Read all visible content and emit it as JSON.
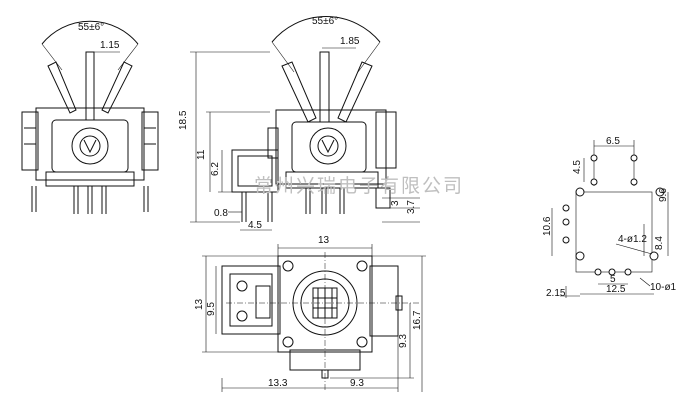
{
  "watermark": "常州兴瑞电子有限公司",
  "side_view_left": {
    "angle_label": "55±6°",
    "offset_label": "1.15"
  },
  "side_view_right": {
    "angle_label": "55±6°",
    "offset_label": "1.85",
    "dims": {
      "total_height": "18.5",
      "body_height": "11",
      "lower_height": "6.2",
      "pin_width": "0.8",
      "pin_pitch": "4.5",
      "pin_len_a": "3",
      "pin_len_b": "3.7"
    }
  },
  "top_view": {
    "dims": {
      "width": "13",
      "height": "13",
      "half_height": "9.5",
      "lever_offset": "9.3",
      "total_depth": "16.7",
      "left_span": "13.3",
      "right_span": "9.3"
    }
  },
  "pcb_layout": {
    "dims": {
      "top_spacing": "6.5",
      "top_height": "4.5",
      "right_height": "9.6",
      "left_height": "10.6",
      "hole_label": "4-ø1.2",
      "right_lower": "8.4",
      "bottom_inner": "5",
      "bottom_outer": "12.5",
      "hole_label_b": "10-ø1",
      "left_edge": "2.15"
    }
  }
}
